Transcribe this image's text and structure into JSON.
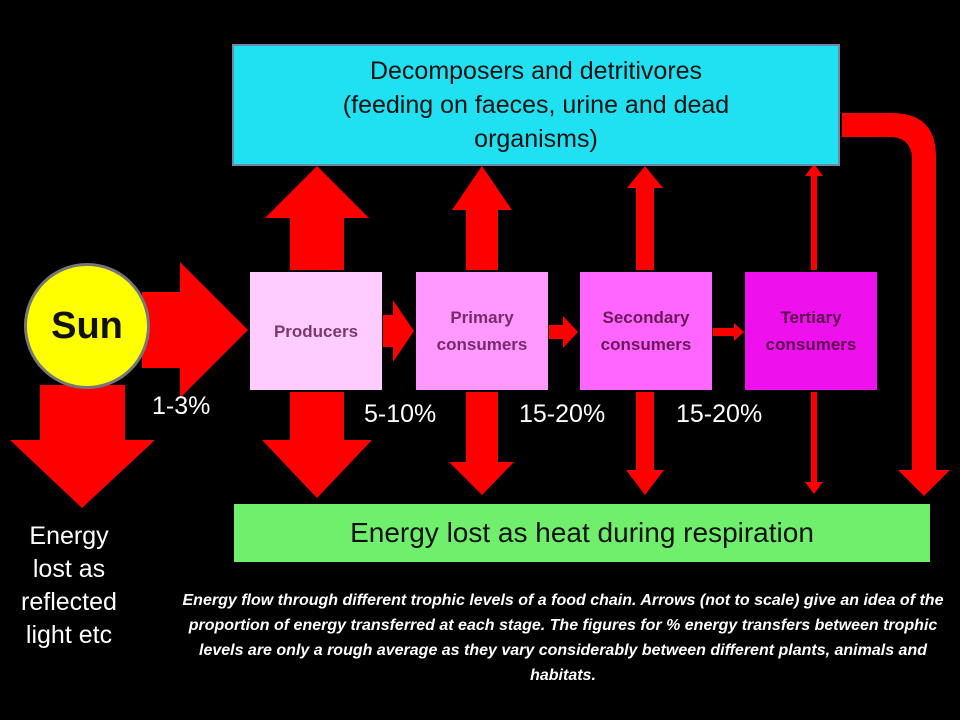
{
  "decomposers": {
    "line1": "Decomposers and detritivores",
    "line2": "(feeding on faeces, urine and dead",
    "line3": "organisms)"
  },
  "sun": {
    "label": "Sun"
  },
  "levels": [
    {
      "line1": "Producers",
      "line2": ""
    },
    {
      "line1": "Primary",
      "line2": "consumers"
    },
    {
      "line1": "Secondary",
      "line2": "consumers"
    },
    {
      "line1": "Tertiary",
      "line2": "consumers"
    }
  ],
  "transfers": [
    "1-3%",
    "5-10%",
    "15-20%",
    "15-20%"
  ],
  "heat": {
    "label": "Energy lost as heat during respiration"
  },
  "reflected": {
    "line1": "Energy",
    "line2": "lost as",
    "line3": "reflected",
    "line4": "light etc"
  },
  "caption": "Energy flow through different trophic levels of a food chain.  Arrows (not to scale) give an idea of the proportion of energy transferred at each stage.  The figures for % energy transfers between trophic levels are only a rough average as they vary considerably between different plants, animals and habitats.",
  "colors": {
    "arrow": "#ff0000",
    "decomposers_box": "#1fe1f2",
    "heat_box": "#6fef6b",
    "sun": "#ffff00",
    "producers": "#ffccff",
    "primary": "#ff99ff",
    "secondary": "#ff66ff",
    "tertiary": "#ee11ee",
    "background": "#000000"
  }
}
